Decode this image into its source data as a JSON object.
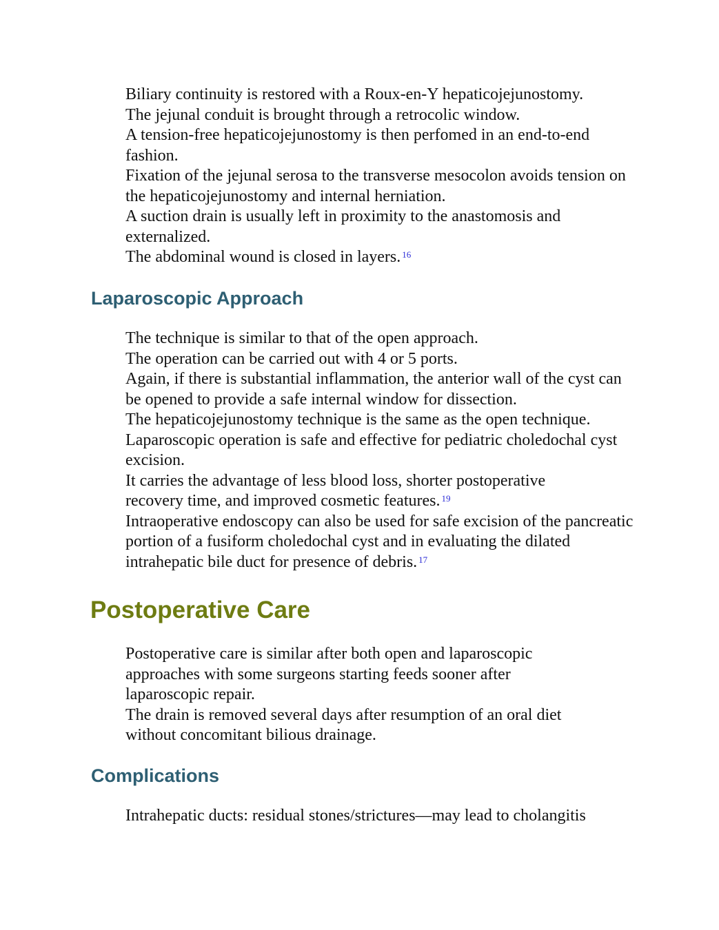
{
  "section_open": {
    "paragraphs": [
      "Biliary continuity is restored with a Roux-en-Y hepaticojejunostomy.",
      "The jejunal conduit is brought through a retrocolic window.",
      "A tension-free hepaticojejunostomy is then perfomed in an end-to-end fashion.",
      "Fixation of the jejunal serosa to the transverse mesocolon avoids tension on the hepaticojejunostomy and internal herniation.",
      "A suction drain is usually left in proximity to the anastomosis and externalized.",
      "The abdominal wound is closed in layers."
    ],
    "ref_last": "16"
  },
  "section_laparoscopic": {
    "heading": "Laparoscopic Approach",
    "paragraphs": [
      "The technique is similar to that of the open approach.",
      "The operation can be carried out with 4 or 5 ports.",
      "Again, if there is substantial inflammation, the anterior wall of the cyst can be opened to provide a safe internal window for dissection.",
      "The hepaticojejunostomy technique is the same as the open technique.",
      "Laparoscopic operation is safe and effective for pediatric choledochal cyst excision.",
      "It carries the advantage of less blood loss, shorter postoperative recovery time, and improved cosmetic features.",
      "Intraoperative endoscopy can also be used for safe excision of the pancreatic portion of a fusiform choledochal cyst and in evaluating the dilated intrahepatic bile duct for presence of debris."
    ],
    "ref_p6": "19",
    "ref_p7": "17"
  },
  "section_postop": {
    "heading": "Postoperative Care",
    "paragraphs": [
      "Postoperative care is similar after both open and laparoscopic approaches with some surgeons starting feeds sooner after laparoscopic repair.",
      "The drain is removed several days after resumption of an oral diet without concomitant bilious drainage."
    ]
  },
  "section_complications": {
    "heading": "Complications",
    "paragraphs": [
      "Intrahepatic ducts: residual stones/strictures—may lead to cholangitis"
    ]
  }
}
